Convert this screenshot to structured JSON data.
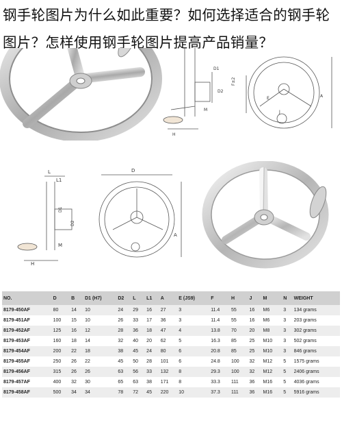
{
  "title": "钢手轮图片为什么如此重要？如何选择适合的钢手轮图片？怎样使用钢手轮图片提高产品销量？",
  "drawing_labels": {
    "L": "L",
    "D": "D",
    "D1": "D1",
    "D2": "D2",
    "M": "M",
    "H": "H",
    "F": "F",
    "E": "E",
    "A": "A",
    "J": "J",
    "L1": "L1",
    "F2": "F±2"
  },
  "table": {
    "headers": [
      "NO.",
      "D",
      "B",
      "D1 (H7)",
      "D2",
      "L",
      "L1",
      "A",
      "E (JS9)",
      "F",
      "H",
      "J",
      "M",
      "N",
      "WEIGHT"
    ],
    "rows": [
      [
        "8179-450AF",
        "80",
        "14",
        "10",
        "24",
        "29",
        "16",
        "27",
        "3",
        "11.4",
        "55",
        "16",
        "M6",
        "3",
        "134 grams"
      ],
      [
        "8179-451AF",
        "100",
        "15",
        "10",
        "26",
        "33",
        "17",
        "36",
        "3",
        "11.4",
        "55",
        "16",
        "M6",
        "3",
        "203 grams"
      ],
      [
        "8179-452AF",
        "125",
        "16",
        "12",
        "28",
        "36",
        "18",
        "47",
        "4",
        "13.8",
        "70",
        "20",
        "M8",
        "3",
        "302 grams"
      ],
      [
        "8179-453AF",
        "160",
        "18",
        "14",
        "32",
        "40",
        "20",
        "62",
        "5",
        "16.3",
        "85",
        "25",
        "M10",
        "3",
        "502 grams"
      ],
      [
        "8179-454AF",
        "200",
        "22",
        "18",
        "38",
        "45",
        "24",
        "80",
        "6",
        "20.8",
        "85",
        "25",
        "M10",
        "3",
        "846 grams"
      ],
      [
        "8179-455AF",
        "250",
        "26",
        "22",
        "45",
        "50",
        "28",
        "101",
        "6",
        "24.8",
        "100",
        "32",
        "M12",
        "5",
        "1575 grams"
      ],
      [
        "8179-456AF",
        "315",
        "26",
        "26",
        "63",
        "56",
        "33",
        "132",
        "8",
        "29.3",
        "100",
        "32",
        "M12",
        "5",
        "2406 grams"
      ],
      [
        "8179-457AF",
        "400",
        "32",
        "30",
        "65",
        "63",
        "38",
        "171",
        "8",
        "33.3",
        "111",
        "36",
        "M16",
        "5",
        "4036 grams"
      ],
      [
        "8179-458AF",
        "500",
        "34",
        "34",
        "78",
        "72",
        "45",
        "220",
        "10",
        "37.3",
        "111",
        "36",
        "M16",
        "5",
        "5916 grams"
      ]
    ]
  }
}
